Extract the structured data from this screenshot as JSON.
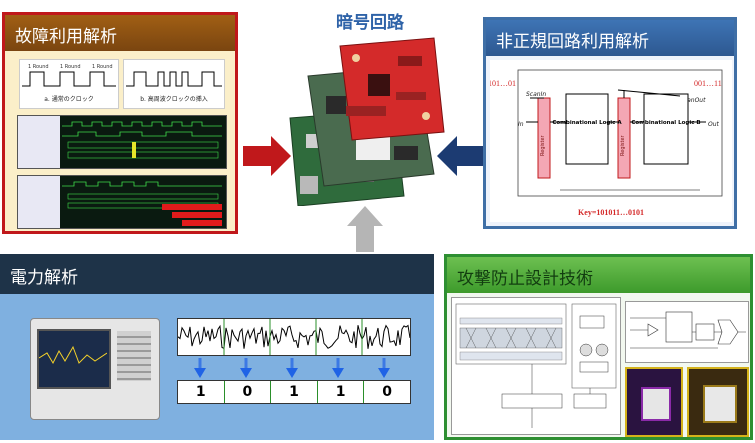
{
  "center": {
    "title": "暗号回路"
  },
  "fault": {
    "title": "故障利用解析",
    "clock_normal": "a. 通常のクロック",
    "clock_glitch": "b. 高周波クロックの挿入",
    "round1": "1 Round",
    "round2": "1 Round",
    "round3": "1 Round"
  },
  "illegal": {
    "title": "非正規回路利用解析",
    "bits_left": "101…01",
    "bits_right": "001…11",
    "scan_in": "ScanIn",
    "scan_out": "ScanOut",
    "in_label": "In",
    "out_label": "Out",
    "register": "Register",
    "logic_a": "Combinational Logic A",
    "logic_b": "Combinational Logic B",
    "key": "Key=101011…0101"
  },
  "power": {
    "title": "電力解析",
    "bits": [
      "1",
      "0",
      "1",
      "1",
      "0"
    ]
  },
  "defense": {
    "title": "攻撃防止設計技術"
  },
  "colors": {
    "arrow_left": "#c0181b",
    "arrow_right": "#1c3b72",
    "arrow_up": "#b5b5b5",
    "down_arrow": "#1f63e6"
  }
}
